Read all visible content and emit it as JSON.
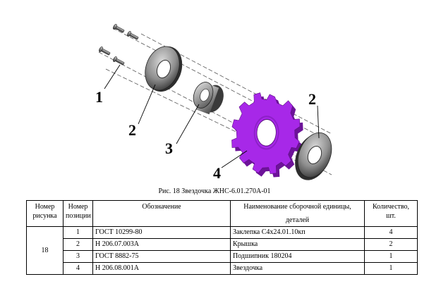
{
  "figure": {
    "callouts": [
      "1",
      "2",
      "3",
      "4",
      "2"
    ],
    "colors": {
      "sprocket": "#9b1fd6",
      "metal": "#3a3a3a",
      "disc": "#8d8d8d"
    }
  },
  "caption": "Рис. 18 Звездочка ЖНС-6.01.270А-01",
  "table": {
    "headers": {
      "figure_no": "Номер рисунка",
      "position_no": "Номер позиции",
      "designation": "Обозначение",
      "name_line1": "Наименование сборочной единицы,",
      "name_line2": "деталей",
      "quantity": "Количество, шт."
    },
    "figure_value": "18",
    "rows": [
      {
        "pos": "1",
        "designation": "ГОСТ 10299-80",
        "name": "Заклепка С4х24.01.10кп",
        "qty": "4"
      },
      {
        "pos": "2",
        "designation": "Н 206.07.003А",
        "name": "Крышка",
        "qty": "2"
      },
      {
        "pos": "3",
        "designation": "ГОСТ 8882-75",
        "name": "Подшипник 180204",
        "qty": "1"
      },
      {
        "pos": "4",
        "designation": "Н 206.08.001А",
        "name": "Звездочка",
        "qty": "1"
      }
    ]
  }
}
